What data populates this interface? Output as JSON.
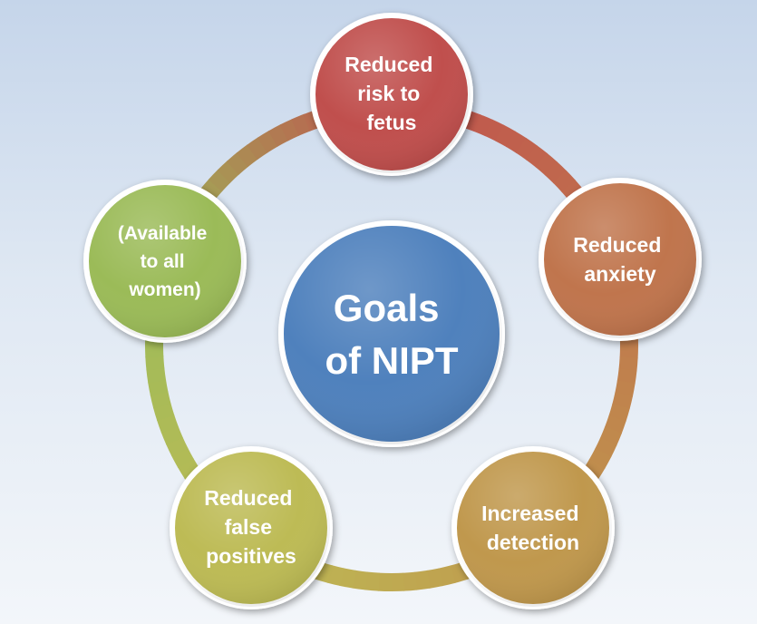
{
  "center": {
    "lines": [
      "Goals",
      "of NIPT"
    ],
    "color": "#4f81bd"
  },
  "nodes": [
    {
      "id": "risk",
      "lines": [
        "Reduced",
        "risk to",
        "fetus"
      ],
      "color": "#c0504d"
    },
    {
      "id": "anxiety",
      "lines": [
        "Reduced",
        "anxiety"
      ],
      "color": "#c0754d"
    },
    {
      "id": "detection",
      "lines": [
        "Increased",
        "detection"
      ],
      "color": "#c0984d"
    },
    {
      "id": "false-positives",
      "lines": [
        "Reduced",
        "false",
        "positives"
      ],
      "color": "#bdbb55"
    },
    {
      "id": "availability",
      "lines": [
        "(Available",
        "to all",
        "women)"
      ],
      "color": "#9bbb59"
    }
  ]
}
